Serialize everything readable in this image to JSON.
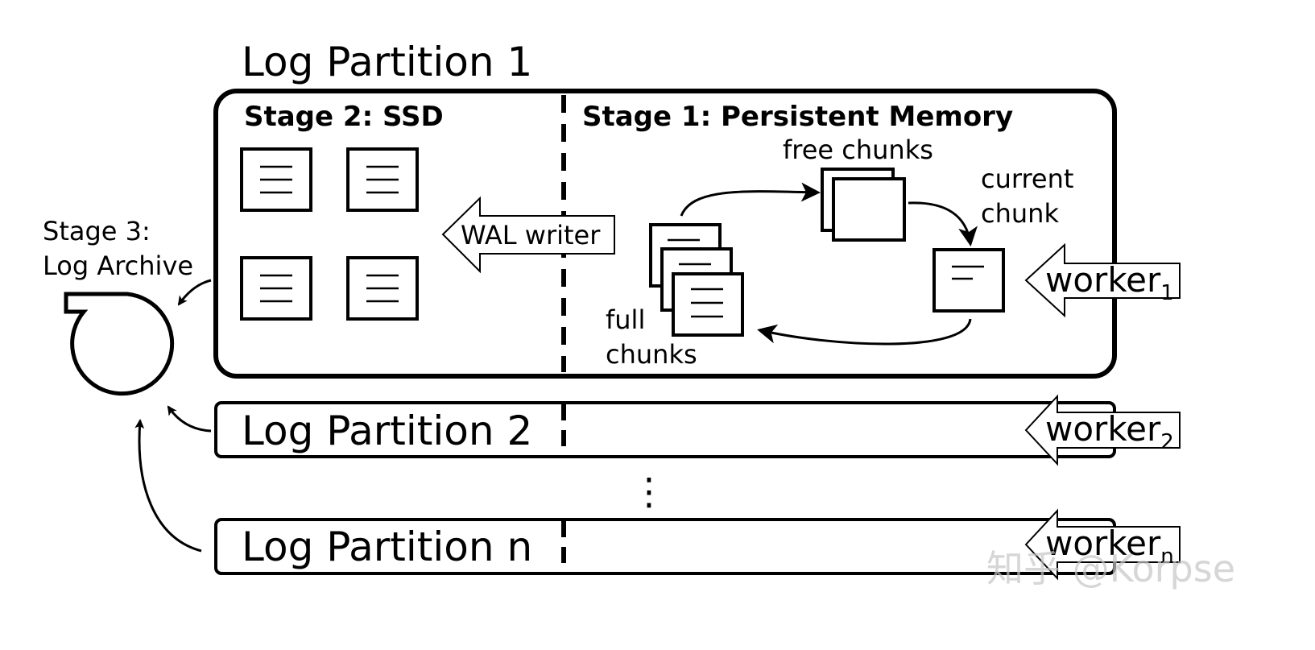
{
  "partitions": [
    {
      "title": "Log Partition 1",
      "worker_base": "worker",
      "worker_sub": "1"
    },
    {
      "title": "Log Partition 2",
      "worker_base": "worker",
      "worker_sub": "2"
    },
    {
      "title": "Log Partition n",
      "worker_base": "worker",
      "worker_sub": "n"
    }
  ],
  "stages": {
    "ssd": "Stage 2: SSD",
    "pmem": "Stage 1: Persistent Memory",
    "archive_line1": "Stage 3:",
    "archive_line2": "Log Archive"
  },
  "labels": {
    "free_chunks": "free chunks",
    "current_line1": "current",
    "current_line2": "chunk",
    "full_line1": "full",
    "full_line2": "chunks",
    "wal_writer": "WAL writer",
    "ellipsis": "⋮"
  },
  "watermark": "知乎 @Korpse",
  "icons": {
    "log_page": "lined-document-icon",
    "archive": "tape-reel-icon",
    "arrow": "hollow-left-arrow-icon"
  },
  "colors": {
    "stroke": "#000000",
    "background": "#ffffff",
    "watermark": "#c4c4c4"
  }
}
